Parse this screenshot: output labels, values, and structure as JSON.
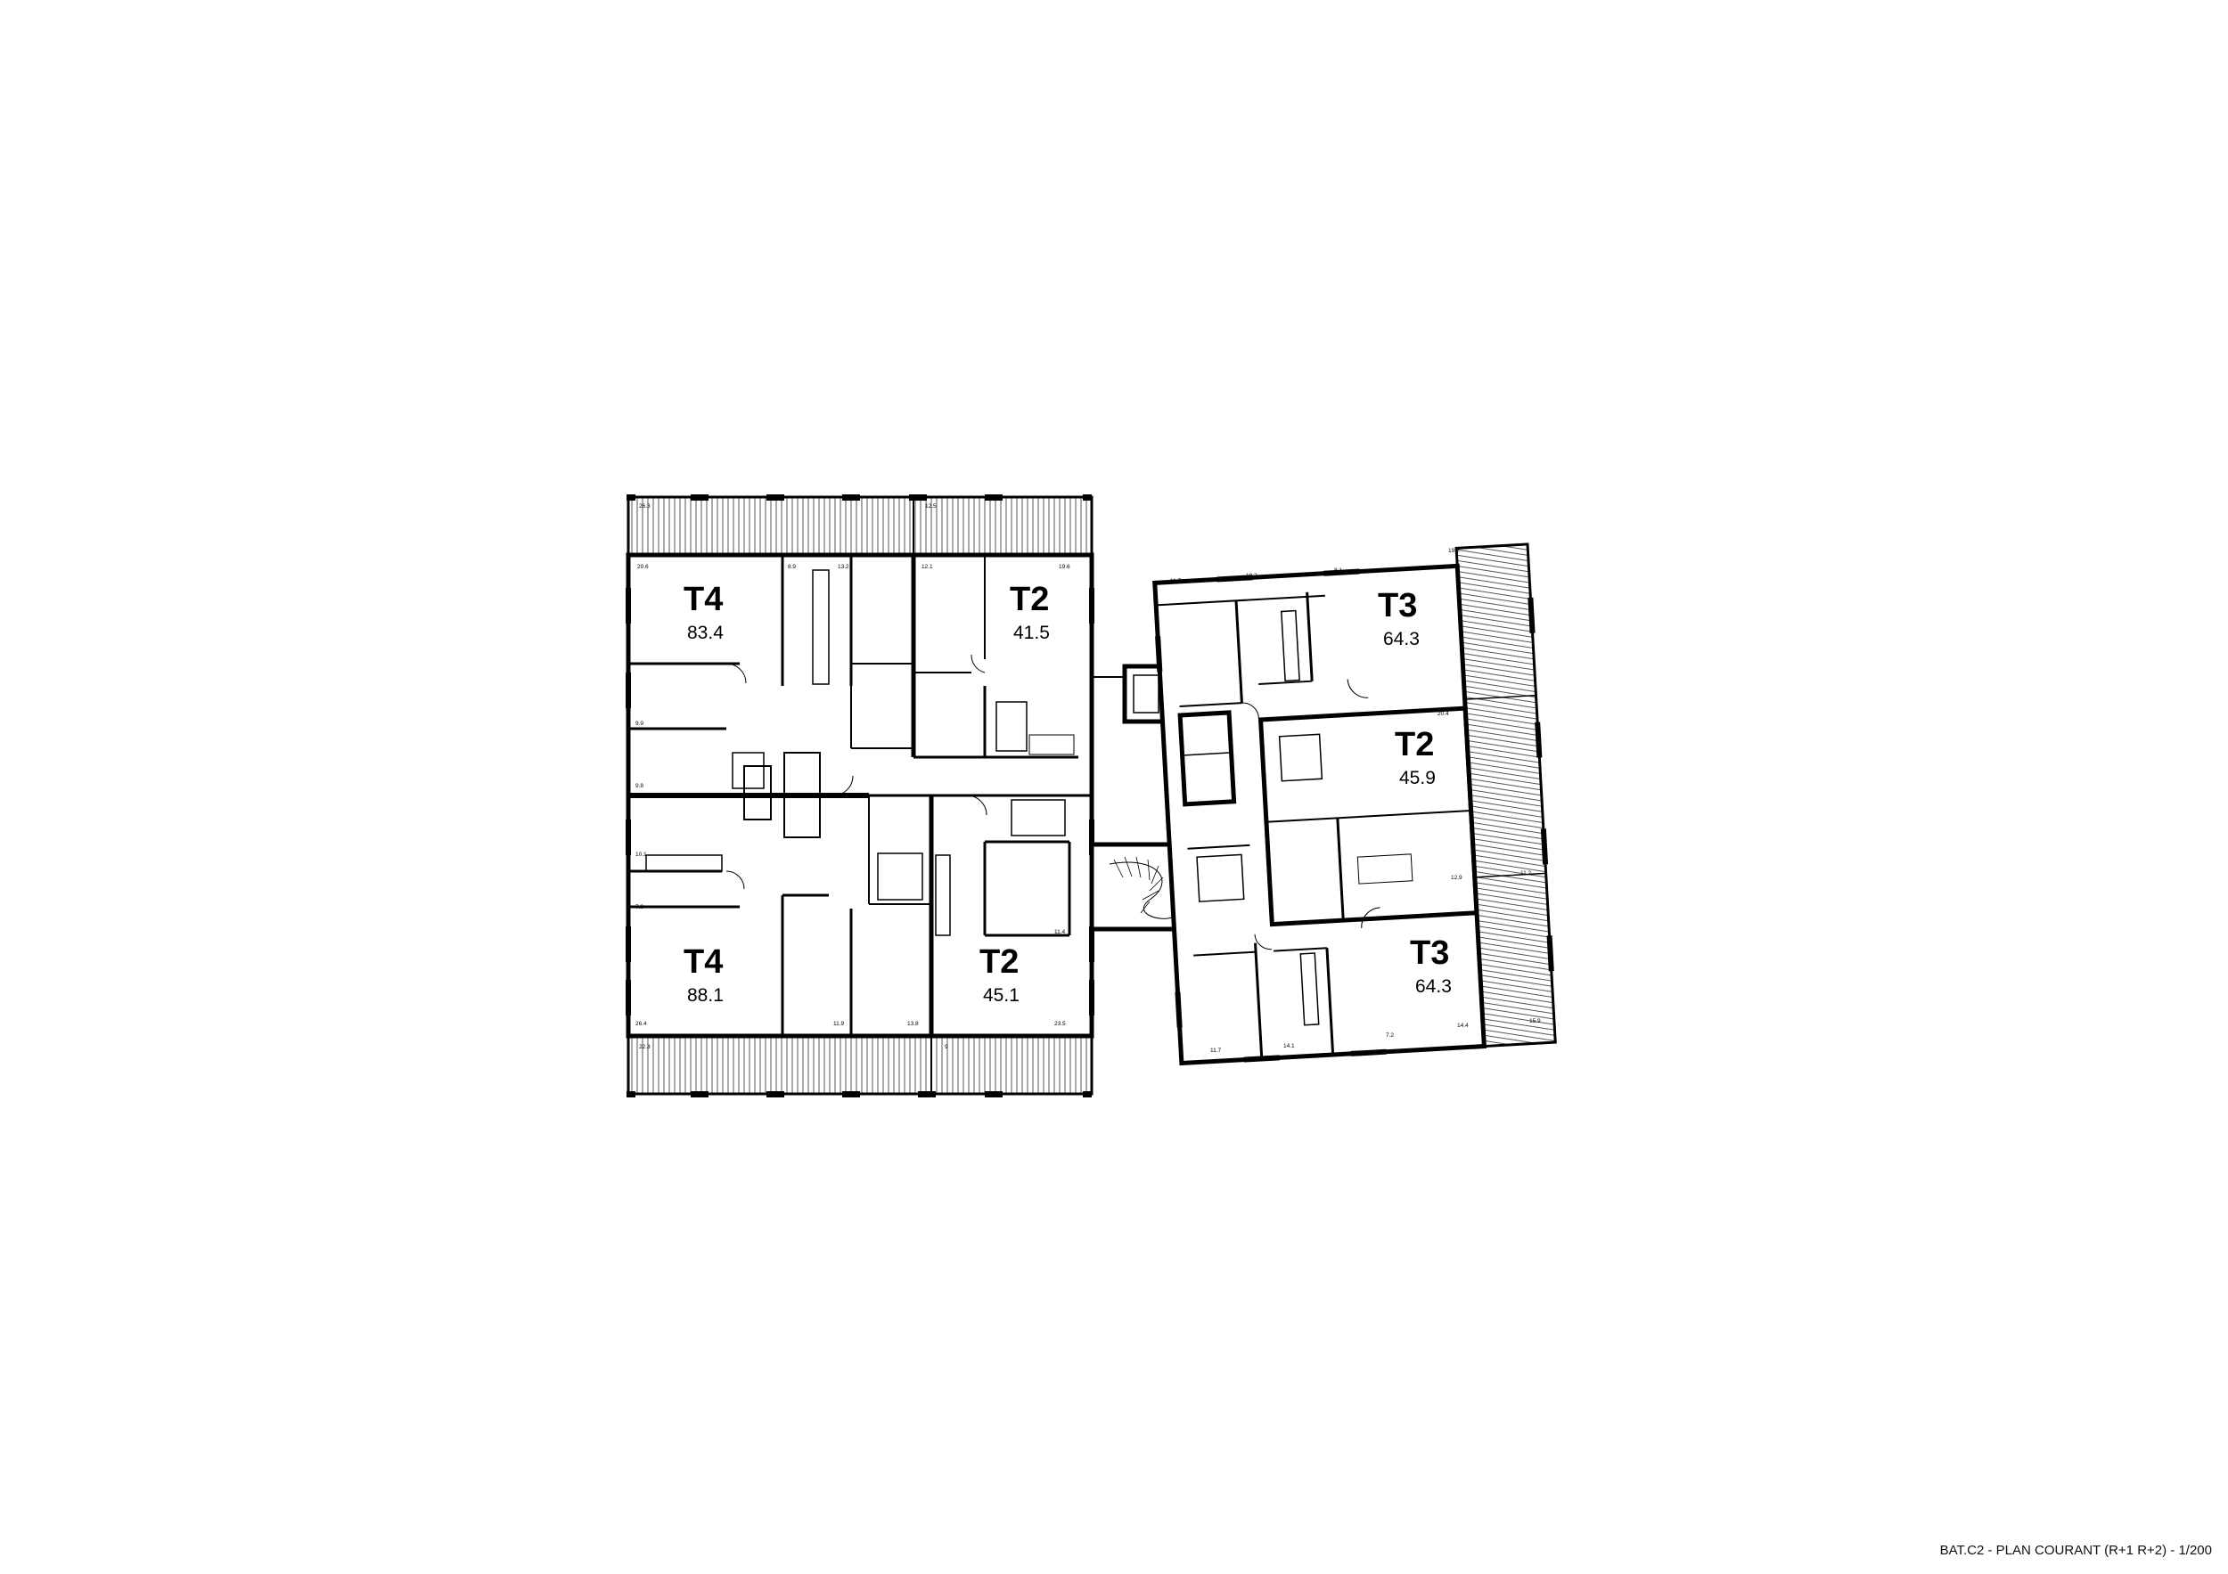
{
  "units": [
    {
      "type": "T4",
      "area": "83.4"
    },
    {
      "type": "T2",
      "area": "41.5"
    },
    {
      "type": "T4",
      "area": "88.1"
    },
    {
      "type": "T2",
      "area": "45.1"
    },
    {
      "type": "T3",
      "area": "64.3"
    },
    {
      "type": "T2",
      "area": "45.9"
    },
    {
      "type": "T3",
      "area": "64.3"
    }
  ],
  "room_areas": [
    "26.3",
    "12.5",
    "20.6",
    "8.9",
    "13.2",
    "12.1",
    "19.6",
    "9.9",
    "9.8",
    "10.1",
    "7.3",
    "26.4",
    "11.9",
    "13.8",
    "22.3",
    "9",
    "11.4",
    "23.5",
    "11.7",
    "10.2",
    "8.1",
    "19.2",
    "20.4",
    "12.9",
    "11.2",
    "14.4",
    "15.9",
    "11.7",
    "14.1",
    "7.2"
  ],
  "caption": "BAT.C2 - PLAN COURANT (R+1 R+2) - 1/200",
  "colors": {
    "ink": "#000000",
    "paper": "#ffffff",
    "hatch": "#555555"
  }
}
